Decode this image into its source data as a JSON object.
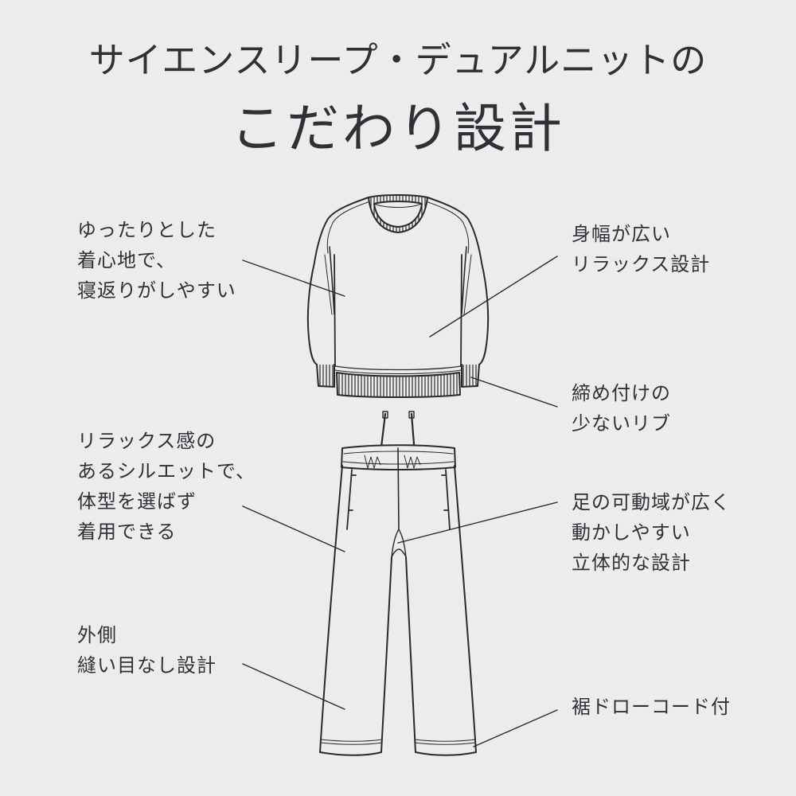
{
  "header": {
    "title_line1": "サイエンスリープ・デュアルニットの",
    "title_line2": "こだわり設計"
  },
  "features": {
    "left": [
      {
        "id": "comfort",
        "lines": [
          "ゆったりとした",
          "着心地で、",
          "寝返りがしやすい"
        ]
      },
      {
        "id": "silhouette",
        "lines": [
          "リラックス感の",
          "あるシルエットで、",
          "体型を選ばず",
          "着用できる"
        ]
      },
      {
        "id": "seamless",
        "lines": [
          "外側",
          "縫い目なし設計"
        ]
      }
    ],
    "right": [
      {
        "id": "wide-body",
        "lines": [
          "身幅が広い",
          "リラックス設計"
        ]
      },
      {
        "id": "rib",
        "lines": [
          "締め付けの",
          "少ないリブ"
        ]
      },
      {
        "id": "mobility",
        "lines": [
          "足の可動域が広く",
          "動かしやすい",
          "立体的な設計"
        ]
      },
      {
        "id": "drawcord",
        "lines": [
          "裾ドローコード付"
        ]
      }
    ]
  },
  "illustrations": {
    "top": "sweatshirt-line-drawing",
    "bottom": "pants-line-drawing"
  },
  "colors": {
    "background": "#ececec",
    "text": "#2e3236",
    "line": "#2a2a2a"
  }
}
